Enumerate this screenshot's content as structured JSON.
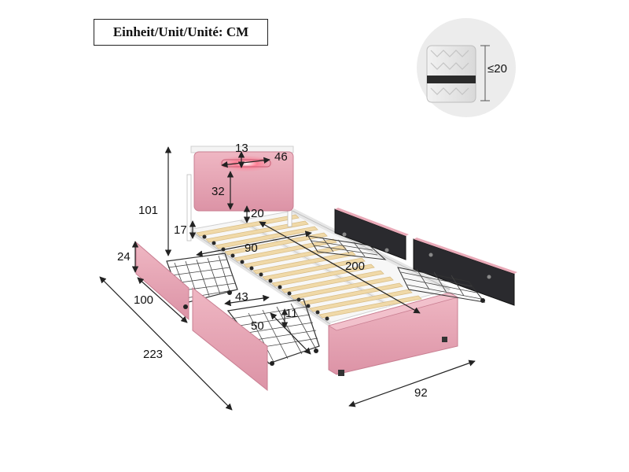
{
  "unit_label": "Einheit/Unit/Unité: CM",
  "mattress": {
    "thickness_label": "≤20",
    "brand_tag": ""
  },
  "dimensions": {
    "light_strip_width": "13",
    "light_strip_length": "46",
    "headboard_panel_height": "32",
    "headboard_total_height": "101",
    "leg_clearance": "20",
    "frame_height": "17",
    "side_drawer_height": "24",
    "side_drawer_length": "100",
    "overall_length": "223",
    "front_drawer_width": "43",
    "front_drawer_depth": "50",
    "front_drawer_height": "11",
    "inner_width": "90",
    "inner_length": "200",
    "overall_width": "92"
  },
  "colors": {
    "velvet_pink": "#e9aab8",
    "velvet_shadow": "#d88c9f",
    "slat_wood": "#f0d9a8",
    "frame_white": "#f4f4f4",
    "panel_black": "#2a2a2e",
    "led_glow": "#ff4a6a",
    "line": "#222222"
  }
}
